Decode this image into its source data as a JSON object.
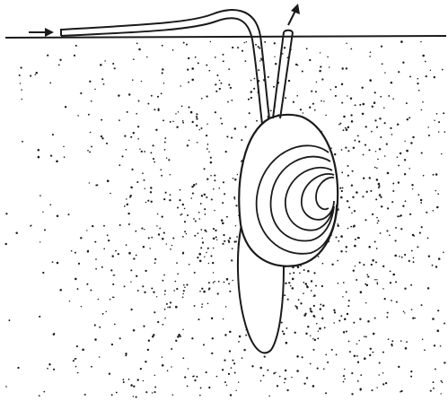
{
  "figure": {
    "subject": "clam-burrowed-in-sediment",
    "siphons": [
      {
        "name": "inhalant-siphon",
        "flow": "in"
      },
      {
        "name": "exhalant-siphon",
        "flow": "out"
      }
    ],
    "colors": {
      "ink": "#1a1a1a",
      "paper": "#ffffff"
    }
  }
}
